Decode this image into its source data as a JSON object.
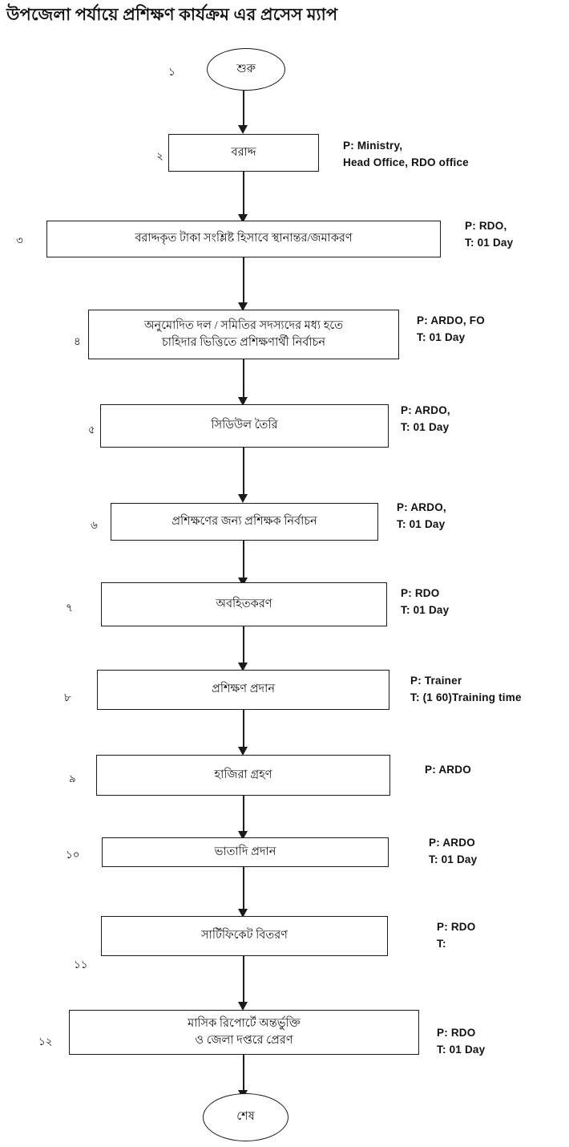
{
  "title": "উপজেলা পর্যায়ে প্রশিক্ষণ কার্যক্রম এর প্রসেস ম্যাপ",
  "diagram": {
    "type": "flowchart",
    "orientation": "top-to-bottom",
    "nodes": [
      {
        "num": "১",
        "shape": "oval",
        "label": "শুরু",
        "side": ""
      },
      {
        "num": "২",
        "shape": "rect",
        "label": "বরাদ্দ",
        "side": "P:  Ministry,\n     Head Office, RDO office"
      },
      {
        "num": "৩",
        "shape": "rect",
        "label": "বরাদ্দকৃত টাকা সংশ্লিষ্ট হিসাবে স্থানান্তর/জমাকরণ",
        "side": "P: RDO,\nT: 01 Day"
      },
      {
        "num": "৪",
        "shape": "rect",
        "label": "অনুমোদিত দল / সমিতির সদস্যদের মধ্য হতে\nচাহিদার ভিত্তিতে প্রশিক্ষণার্থী নির্বাচন",
        "side": "P:  ARDO, FO\nT:  01 Day"
      },
      {
        "num": "৫",
        "shape": "rect",
        "label": "সিডিউল তৈরি",
        "side": "P:  ARDO,\nT:  01 Day"
      },
      {
        "num": "৬",
        "shape": "rect",
        "label": "প্রশিক্ষণের জন্য প্রশিক্ষক নির্বাচন",
        "side": "P:  ARDO,\nT:  01 Day"
      },
      {
        "num": "৭",
        "shape": "rect",
        "label": "অবহিতকরণ",
        "side": "P: RDO\nT:  01 Day"
      },
      {
        "num": "৮",
        "shape": "rect",
        "label": "প্রশিক্ষণ প্রদান",
        "side": "P: Trainer\nT:  (1 60)Training time"
      },
      {
        "num": "৯",
        "shape": "rect",
        "label": "হাজিরা গ্রহণ",
        "side": "P: ARDO"
      },
      {
        "num": "১০",
        "shape": "rect",
        "label": "ভাতাদি প্রদান",
        "side": "P: ARDO\nT: 01 Day"
      },
      {
        "num": "১১",
        "shape": "rect",
        "label": "সার্টিফিকেট বিতরণ",
        "side": "P: RDO\nT:"
      },
      {
        "num": "১২",
        "shape": "rect",
        "label": "মাসিক রিপোর্টে অন্তর্ভুক্তি\nও জেলা দপ্তরে প্রেরণ",
        "side": "P: RDO\nT: 01 Day"
      },
      {
        "num": "",
        "shape": "oval",
        "label": "শেষ",
        "side": ""
      }
    ]
  },
  "colors": {
    "stroke": "#1a1a1a",
    "text": "#111111",
    "background": "#ffffff"
  }
}
